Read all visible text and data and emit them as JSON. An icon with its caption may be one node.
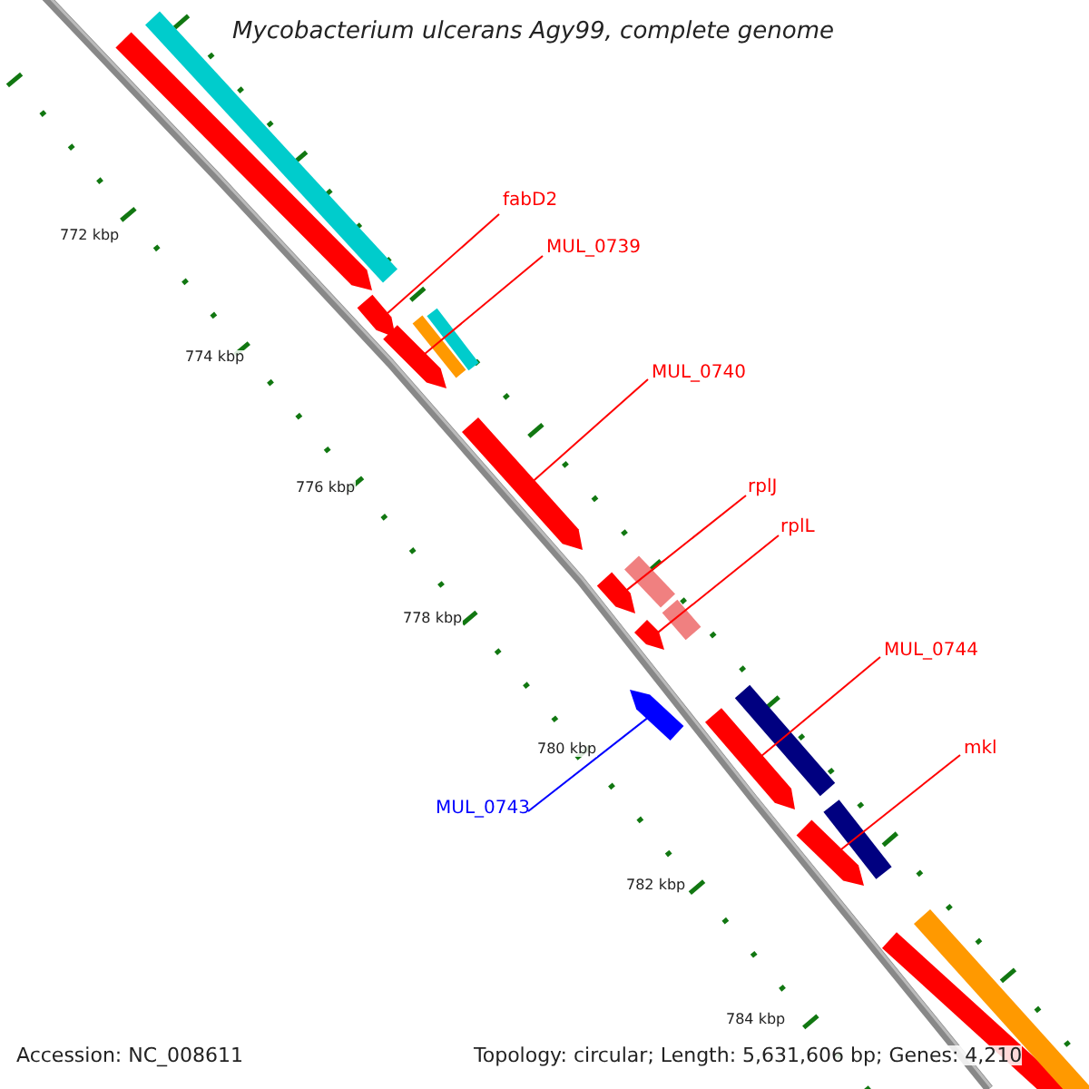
{
  "diagram": {
    "title": "Mycobacterium ulcerans Agy99, complete genome",
    "nodes": [
      {
        "text": [
          "fabD2"
        ]
      },
      {
        "text": [
          "MUL_0739"
        ]
      },
      {
        "text": [
          "MUL_0740"
        ]
      },
      {
        "text": [
          "rplJ"
        ]
      },
      {
        "text": [
          "rplL"
        ]
      },
      {
        "text": [
          "MUL_0744"
        ]
      },
      {
        "text": [
          "mkl"
        ]
      },
      {
        "text": [
          "MUL_0743"
        ]
      },
      {
        "text": [],
        "shape": "bar"
      },
      {
        "text": [],
        "shape": "bar"
      },
      {
        "text": [],
        "shape": "bar"
      },
      {
        "text": [],
        "shape": "bar"
      },
      {
        "text": [],
        "shape": "bar"
      },
      {
        "text": [],
        "shape": "bar"
      },
      {
        "text": [],
        "shape": "bar"
      },
      {
        "text": [],
        "shape": "bar"
      }
    ],
    "edges": [
      {
        "from": 0,
        "to": 8,
        "arrow": "none"
      },
      {
        "from": 1,
        "to": 9,
        "arrow": "none"
      },
      {
        "from": 2,
        "to": 10,
        "arrow": "none"
      },
      {
        "from": 3,
        "to": 11,
        "arrow": "none"
      },
      {
        "from": 4,
        "to": 12,
        "arrow": "none"
      },
      {
        "from": 5,
        "to": 14,
        "arrow": "none"
      },
      {
        "from": 6,
        "to": 15,
        "arrow": "none"
      },
      {
        "from": 7,
        "to": 13,
        "arrow": "none",
        "color": "#0000ff"
      }
    ],
    "labels": [
      "772 kbp",
      "774 kbp",
      "776 kbp",
      "778 kbp",
      "780 kbp",
      "782 kbp",
      "784 kbp",
      "Accession: NC_008611",
      "Topology: circular; Length: 5,631,606 bp; Genes: 4,210"
    ]
  }
}
